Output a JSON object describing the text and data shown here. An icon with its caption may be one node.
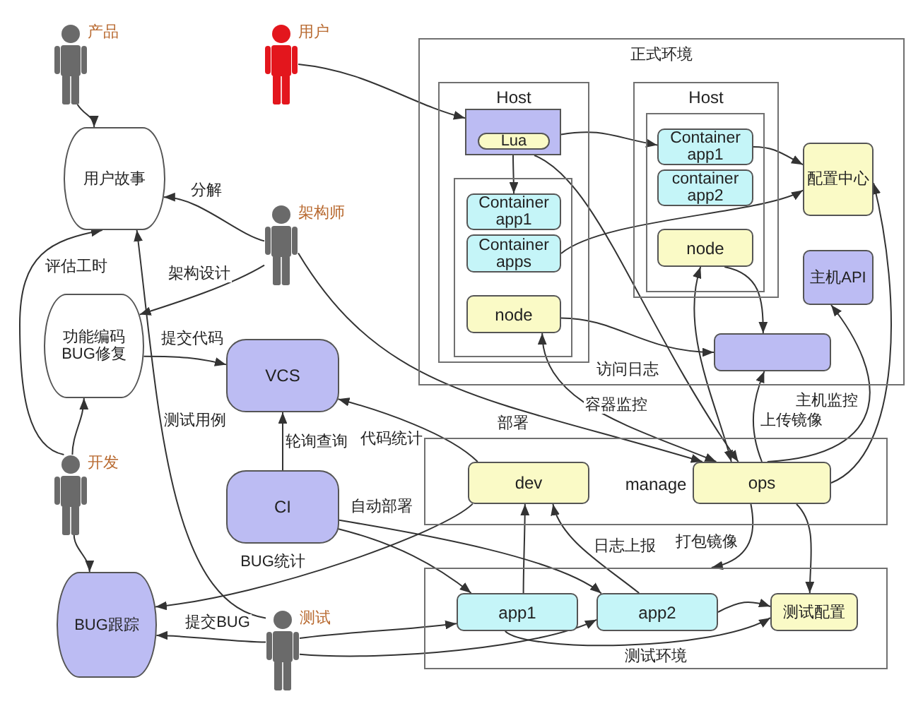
{
  "diagram": {
    "nodes": [
      {
        "text": [
          "产品"
        ]
      },
      {
        "text": [
          "用户"
        ]
      },
      {
        "text": [
          "正式环境"
        ]
      },
      {
        "text": [
          "Host"
        ],
        "in": 2
      },
      {
        "text": [],
        "shape": "box",
        "in": 3
      },
      {
        "text": [
          "Lua"
        ],
        "in": 4
      },
      {
        "text": [],
        "shape": "box",
        "in": 3
      },
      {
        "text": [
          "Container app1"
        ],
        "in": 6
      },
      {
        "text": [
          "Container apps"
        ],
        "in": 6
      },
      {
        "text": [
          "node"
        ],
        "in": 6
      },
      {
        "text": [
          "Host"
        ],
        "in": 2
      },
      {
        "text": [],
        "shape": "box",
        "in": 10
      },
      {
        "text": [
          "Container app1"
        ],
        "in": 11
      },
      {
        "text": [
          "container app2"
        ],
        "in": 11
      },
      {
        "text": [
          "node"
        ],
        "in": 11
      },
      {
        "text": [
          "配置中心"
        ],
        "in": 2
      },
      {
        "text": [
          "主机API"
        ],
        "in": 2
      },
      {
        "text": [],
        "shape": "box",
        "in": 2
      },
      {
        "text": [
          "用户故事"
        ]
      },
      {
        "text": [
          "架构师"
        ]
      },
      {
        "text": [
          "功能编码BUG修复"
        ]
      },
      {
        "text": [
          "VCS"
        ]
      },
      {
        "text": [
          "开发"
        ]
      },
      {
        "text": [
          "CI"
        ]
      },
      {
        "text": [
          "manage"
        ]
      },
      {
        "text": [
          "dev"
        ],
        "in": 24
      },
      {
        "text": [
          "ops"
        ],
        "in": 24
      },
      {
        "text": [
          "BUG跟踪"
        ]
      },
      {
        "text": [
          "测试"
        ]
      },
      {
        "text": [
          "测试环境"
        ]
      },
      {
        "text": [
          "app1"
        ],
        "in": 29
      },
      {
        "text": [
          "app2"
        ],
        "in": 29
      },
      {
        "text": [
          "测试配置"
        ],
        "in": 29
      }
    ],
    "edges": [
      {
        "from": 0,
        "to": 18,
        "arrow": "to"
      },
      {
        "from": 1,
        "to": 4,
        "arrow": "to"
      },
      {
        "from": 19,
        "to": 18,
        "arrow": "to",
        "label": "分解"
      },
      {
        "from": 19,
        "to": 20,
        "arrow": "to",
        "label": "架构设计"
      },
      {
        "from": 22,
        "to": 18,
        "arrow": "to",
        "label": "评估工时"
      },
      {
        "from": 22,
        "to": 20,
        "arrow": "to"
      },
      {
        "from": 22,
        "to": 27,
        "arrow": "to"
      },
      {
        "from": 20,
        "to": 21,
        "arrow": "to",
        "label": "提交代码"
      },
      {
        "from": 28,
        "to": 18,
        "arrow": "to",
        "label": "测试用例"
      },
      {
        "from": 23,
        "to": 21,
        "arrow": "to",
        "label": "轮询查询"
      },
      {
        "from": 4,
        "to": 12,
        "arrow": "to"
      },
      {
        "from": 4,
        "to": 7,
        "arrow": "to"
      },
      {
        "from": 12,
        "to": 15,
        "arrow": "to"
      },
      {
        "from": 8,
        "to": 15,
        "arrow": "to"
      },
      {
        "from": 9,
        "to": 17,
        "arrow": "to"
      },
      {
        "from": 14,
        "to": 17,
        "arrow": "to"
      },
      {
        "from": 4,
        "to": 26,
        "arrow": "to",
        "label": "访问日志"
      },
      {
        "from": 26,
        "to": 9,
        "arrow": "both",
        "label": "容器监控"
      },
      {
        "from": 26,
        "to": 14,
        "arrow": "both"
      },
      {
        "from": 19,
        "to": 26,
        "arrow": "to",
        "label": "部署"
      },
      {
        "from": 25,
        "to": 21,
        "arrow": "to",
        "label": "代码统计"
      },
      {
        "from": 26,
        "to": 17,
        "arrow": "to",
        "label": "上传镜像"
      },
      {
        "from": 26,
        "to": 16,
        "arrow": "to",
        "label": "主机监控"
      },
      {
        "from": 26,
        "to": 15,
        "arrow": "to"
      },
      {
        "from": 26,
        "to": 29,
        "arrow": "to",
        "label": "打包镜像"
      },
      {
        "from": 26,
        "to": 32,
        "arrow": "to"
      },
      {
        "from": 30,
        "to": 25,
        "arrow": "to"
      },
      {
        "from": 31,
        "to": 25,
        "arrow": "to",
        "label": "日志上报"
      },
      {
        "from": 31,
        "to": 32,
        "arrow": "to"
      },
      {
        "from": 30,
        "to": 32,
        "arrow": "to"
      },
      {
        "from": 23,
        "to": 31,
        "arrow": "to",
        "label": "自动部署"
      },
      {
        "from": 23,
        "to": 30,
        "arrow": "to"
      },
      {
        "from": 25,
        "to": 27,
        "arrow": "to",
        "label": "BUG统计"
      },
      {
        "from": 28,
        "to": 27,
        "arrow": "to",
        "label": "提交BUG"
      },
      {
        "from": 28,
        "to": 30,
        "arrow": "to"
      },
      {
        "from": 28,
        "to": 31,
        "arrow": "to"
      }
    ]
  }
}
